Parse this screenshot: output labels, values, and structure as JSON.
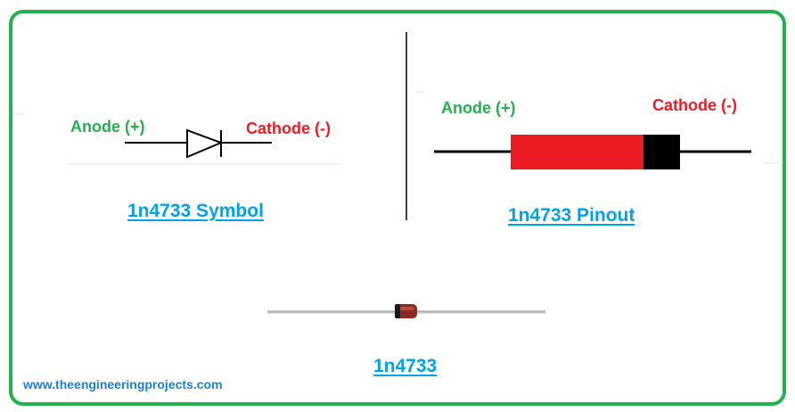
{
  "symbol_panel": {
    "anode_label": "Anode (+)",
    "cathode_label": "Cathode (-)",
    "title": "1n4733  Symbol"
  },
  "pinout_panel": {
    "anode_label": "Anode (+)",
    "cathode_label": "Cathode (-)",
    "title": "1n4733 Pinout"
  },
  "photo_panel": {
    "title": "1n4733"
  },
  "credit": "www.theengineeringprojects.com",
  "colors": {
    "border": "#22b14c",
    "anode_text": "#22b14c",
    "cathode_text": "#ed1c24",
    "title_text": "#00a2e8",
    "credit_text": "#1a7fd6",
    "diode_body": "#ed1c24",
    "cathode_band": "#000000"
  }
}
